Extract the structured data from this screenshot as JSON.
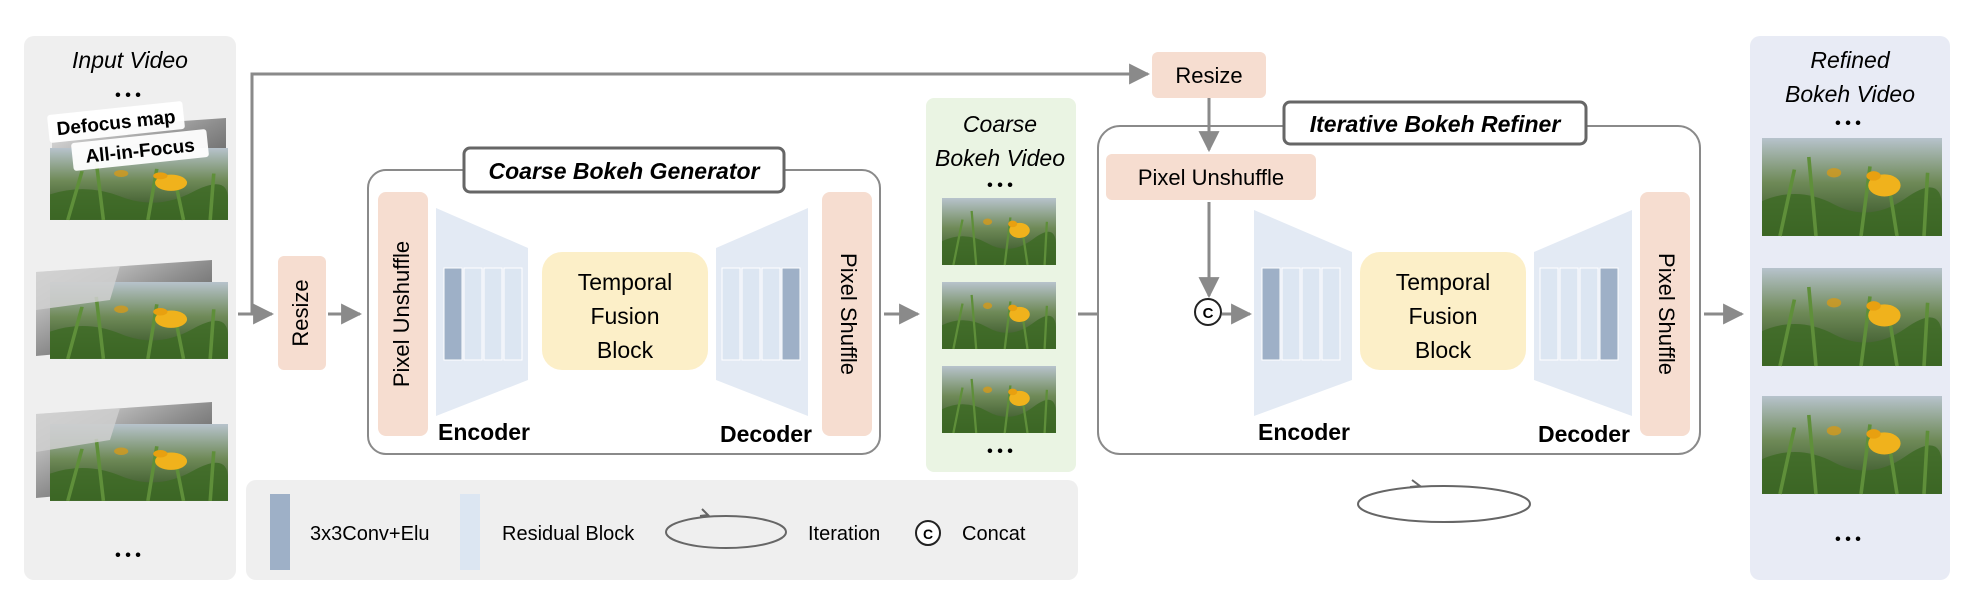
{
  "input_panel": {
    "title": "Input Video",
    "dots_top": "• • •",
    "dots_bottom": "• • •",
    "defocus_label": "Defocus map",
    "allinfocus_label": "All-in-Focus"
  },
  "resize_top": "Resize",
  "resize_left": "Resize",
  "coarse": {
    "title": "Coarse Bokeh Generator",
    "pixel_unshuffle": "Pixel Unshuffle",
    "pixel_shuffle": "Pixel Shuffle",
    "fusion_line1": "Temporal",
    "fusion_line2": "Fusion",
    "fusion_line3": "Block",
    "encoder": "Encoder",
    "decoder": "Decoder"
  },
  "coarse_video": {
    "title_line1": "Coarse",
    "title_line2": "Bokeh Video",
    "dots_top": "• • •",
    "dots_bottom": "• • •"
  },
  "refiner": {
    "title": "Iterative Bokeh Refiner",
    "pixel_unshuffle": "Pixel Unshuffle",
    "pixel_shuffle": "Pixel Shuffle",
    "concat_symbol": "C",
    "fusion_line1": "Temporal",
    "fusion_line2": "Fusion",
    "fusion_line3": "Block",
    "encoder": "Encoder",
    "decoder": "Decoder"
  },
  "output_panel": {
    "title_line1": "Refined",
    "title_line2": "Bokeh Video",
    "dots_top": "• • •",
    "dots_bottom": "• • •"
  },
  "legend": {
    "conv": "3x3Conv+Elu",
    "residual": "Residual Block",
    "iteration": "Iteration",
    "concat_symbol": "C",
    "concat": "Concat"
  },
  "colors": {
    "conv_block": "#9eb0c7",
    "residual_block": "#dce6f2",
    "pink_block": "#f6ddd0",
    "fusion_block": "#fcefc8",
    "trapezoid": "#e3eaf4",
    "panel_gray": "#efefef",
    "panel_blue": "#e8ebf5",
    "panel_green": "#eaf4e3"
  }
}
